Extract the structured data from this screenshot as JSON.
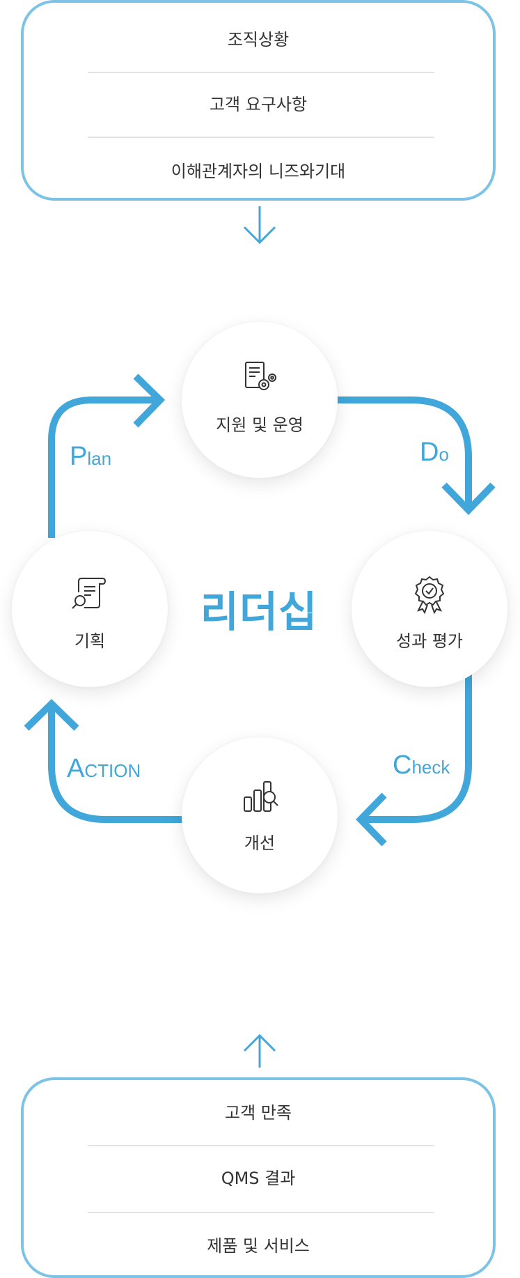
{
  "inputs": {
    "items": [
      "조직상황",
      "고객 요구사항",
      "이해관계자의 니즈와기대"
    ]
  },
  "outputs": {
    "items": [
      "고객 만족",
      "QMS 결과",
      "제품 및 서비스"
    ]
  },
  "center_title": "리더십",
  "steps": {
    "support": {
      "label": "지원 및 운영",
      "icon": "document-gears-icon"
    },
    "evaluation": {
      "label": "성과 평가",
      "icon": "award-badge-icon"
    },
    "improvement": {
      "label": "개선",
      "icon": "bar-chart-magnifier-icon"
    },
    "planning": {
      "label": "기획",
      "icon": "scroll-magnifier-icon"
    }
  },
  "phases": {
    "plan": {
      "initial": "P",
      "rest": "lan"
    },
    "do": {
      "initial": "D",
      "rest": "o"
    },
    "check": {
      "initial": "C",
      "rest": "heck"
    },
    "action": {
      "initial": "A",
      "rest": "CTION"
    }
  },
  "colors": {
    "accent": "#41a6d9",
    "box_border": "#7dc3e5",
    "text": "#333333",
    "divider": "#e3e3e3"
  }
}
